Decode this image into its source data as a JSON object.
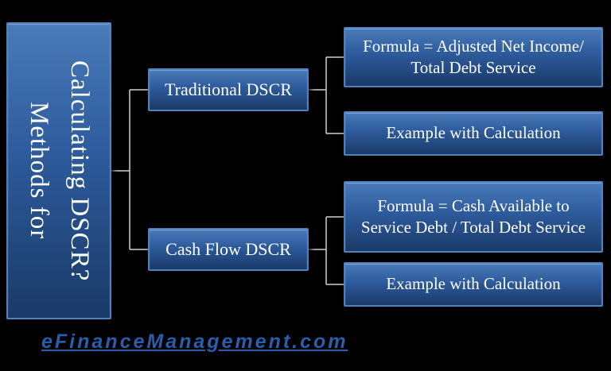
{
  "colors": {
    "background": "#000000",
    "box_fill_top": "#4a7ab8",
    "box_fill_bottom": "#1a3a68",
    "box_border": "#4f81bd",
    "box_text": "#ffffff",
    "connector": "#cfcfcf",
    "link": "#2b5dab"
  },
  "diagram": {
    "root": {
      "label": "Methods for Calculating DSCR?",
      "line1": "Methods for",
      "line2": "Calculating DSCR?"
    },
    "branches": [
      {
        "label": "Traditional DSCR",
        "children": [
          {
            "label": "Formula = Adjusted Net Income/ Total Debt Service"
          },
          {
            "label": "Example with Calculation"
          }
        ]
      },
      {
        "label": "Cash Flow DSCR",
        "children": [
          {
            "label": "Formula = Cash Available to Service Debt / Total Debt Service"
          },
          {
            "label": "Example with Calculation"
          }
        ]
      }
    ]
  },
  "footer": {
    "link_text": "eFinanceManagement.com"
  }
}
